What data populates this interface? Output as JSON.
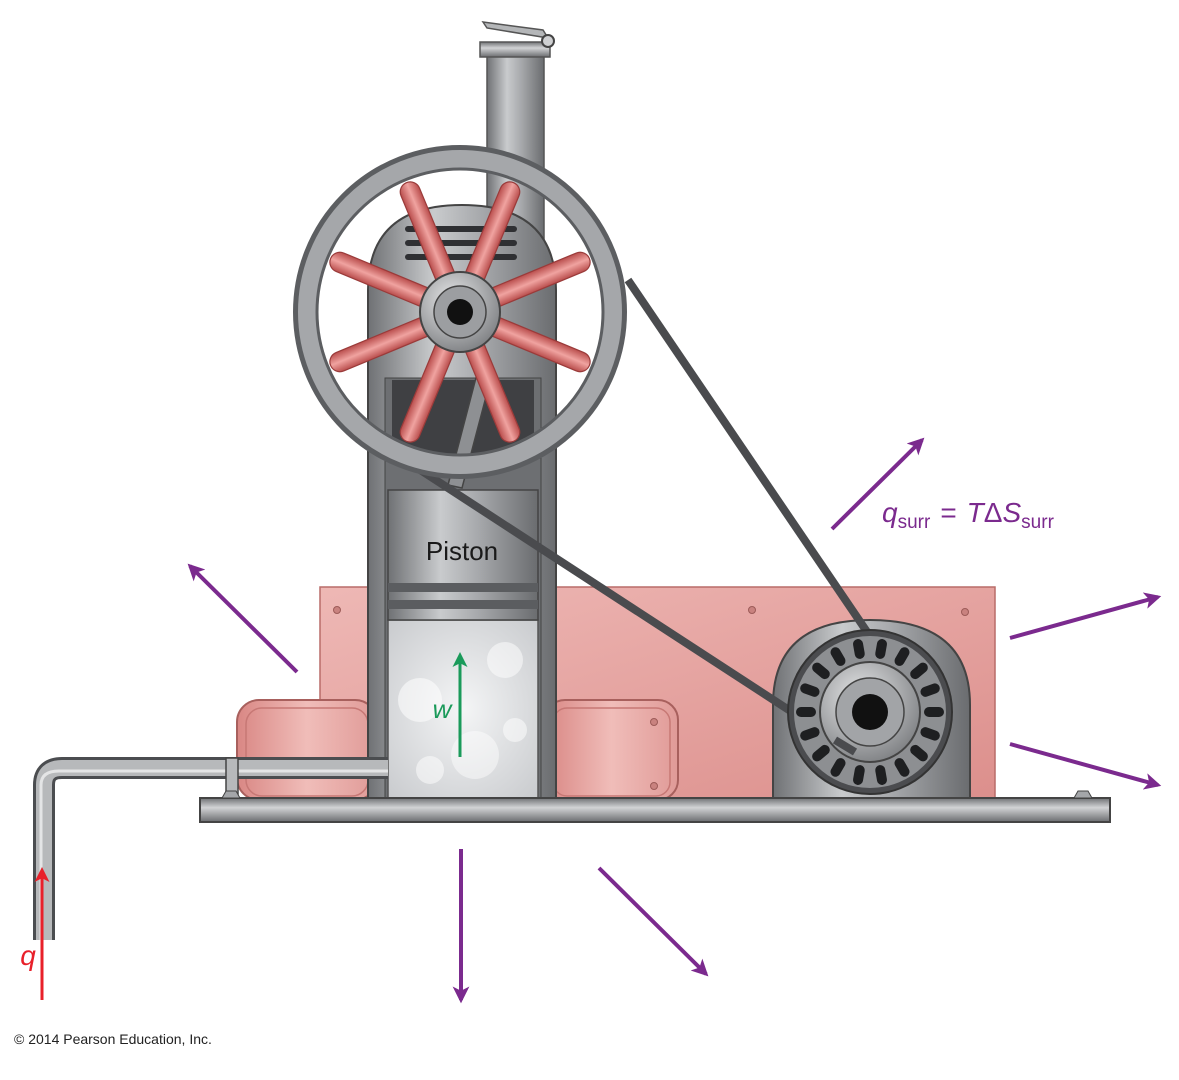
{
  "labels": {
    "piston": "Piston",
    "work": "w",
    "heat_in": "q",
    "q_surr_symbol": "q",
    "q_surr_subscript": "surr",
    "equals": "=",
    "t_symbol": "T",
    "delta": "Δ",
    "s_symbol": "S",
    "s_subscript": "surr"
  },
  "copyright": "© 2014 Pearson Education, Inc.",
  "colors": {
    "arrow_purple": "#7b2a8e",
    "heat_red": "#e8202a",
    "work_green": "#1a9a5a",
    "housing_pink": "#e9a9a6",
    "spoke_pink": "#d9706f",
    "metal_gray": "#9a9c9f",
    "belt_dark": "#4a4b4e"
  }
}
